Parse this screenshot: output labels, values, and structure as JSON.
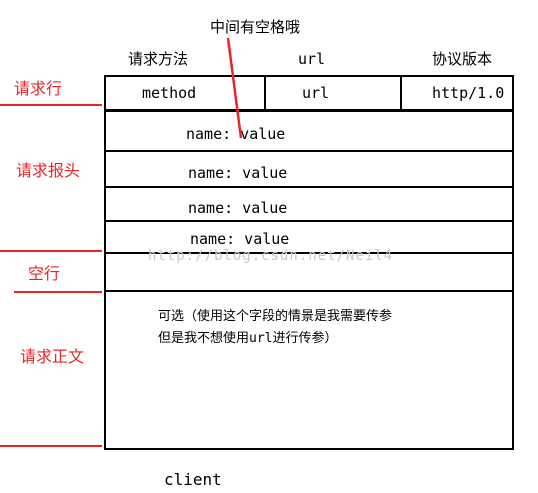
{
  "annotation_top": "中间有空格哦",
  "column_headers": {
    "method": "请求方法",
    "url": "url",
    "protocol": "协议版本"
  },
  "request_line": {
    "method": "method",
    "url": "url",
    "protocol": "http/1.0"
  },
  "header_rows": [
    "name: value",
    "name: value",
    "name: value",
    "name: value"
  ],
  "side_labels": {
    "request_line": "请求行",
    "request_headers": "请求报头",
    "blank_line": "空行",
    "request_body": "请求正文"
  },
  "body_note_line1": "可选（使用这个字段的情景是我需要传参",
  "body_note_line2": "但是我不想使用url进行传参）",
  "footer_label": "client",
  "watermark": "http://blog.csdn.net/Neil4",
  "colors": {
    "annotation_red": "#e8262a",
    "border": "#000000"
  }
}
